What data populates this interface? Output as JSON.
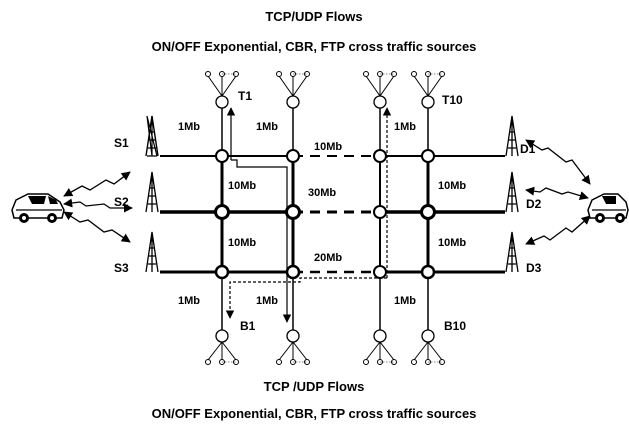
{
  "headers": {
    "top_title": "TCP/UDP Flows",
    "top_subtitle": "ON/OFF Exponential, CBR, FTP cross traffic sources",
    "bottom_title": "TCP /UDP Flows",
    "bottom_subtitle": "ON/OFF Exponential, CBR, FTP cross traffic sources"
  },
  "sources": {
    "s1": "S1",
    "s2": "S2",
    "s3": "S3"
  },
  "destinations": {
    "d1": "D1",
    "d2": "D2",
    "d3": "D3"
  },
  "cross_nodes": {
    "t1": "T1",
    "t10": "T10",
    "b1": "B1",
    "b10": "B10"
  },
  "bandwidths": {
    "access_s1": "1Mb",
    "t1_link": "1Mb",
    "t10_link": "1Mb",
    "top_backbone": "10Mb",
    "vertical_left_upper": "10Mb",
    "middle_backbone": "30Mb",
    "vertical_left_lower": "10Mb",
    "bottom_backbone": "20Mb",
    "vertical_right_upper": "10Mb",
    "vertical_right_lower": "10Mb",
    "b_left_a": "1Mb",
    "b_left_b": "1Mb",
    "b_right": "1Mb"
  },
  "icons": {
    "left_vehicle": "car-icon",
    "right_vehicle": "car-icon",
    "tower": "antenna-tower-icon",
    "wireless": "wireless-link-icon"
  }
}
